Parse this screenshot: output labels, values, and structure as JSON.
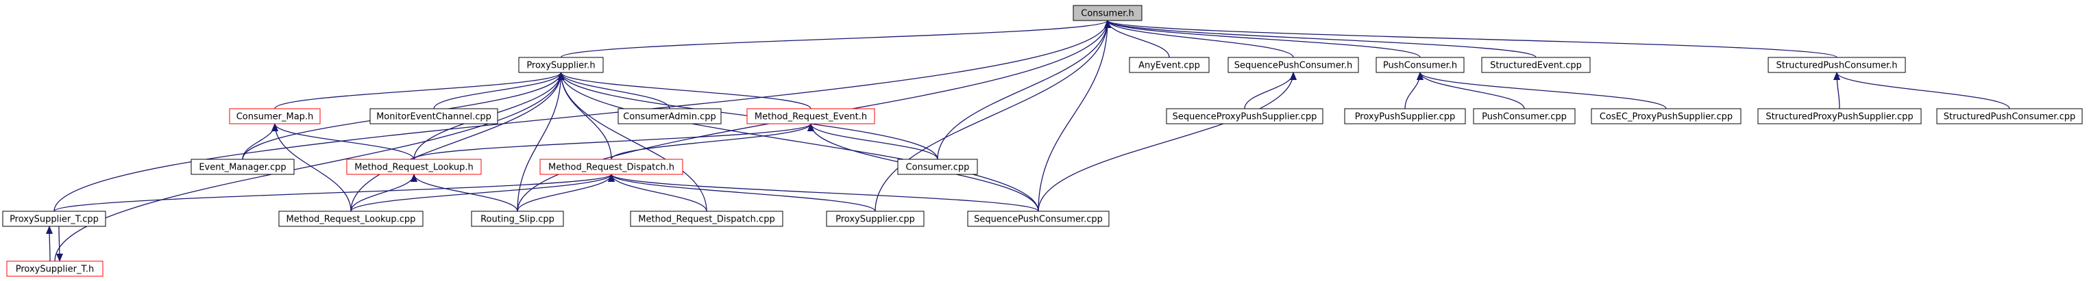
{
  "nodes": [
    {
      "id": "consumer_h",
      "label": "Consumer.h",
      "style": "root"
    },
    {
      "id": "proxysupplier_h",
      "label": "ProxySupplier.h",
      "style": "normal"
    },
    {
      "id": "anyevent_cpp",
      "label": "AnyEvent.cpp",
      "style": "normal"
    },
    {
      "id": "seqpushconsumer_h",
      "label": "SequencePushConsumer.h",
      "style": "normal"
    },
    {
      "id": "pushconsumer_h",
      "label": "PushConsumer.h",
      "style": "normal"
    },
    {
      "id": "structuredevent_cpp",
      "label": "StructuredEvent.cpp",
      "style": "normal"
    },
    {
      "id": "structpushconsumer_h",
      "label": "StructuredPushConsumer.h",
      "style": "normal"
    },
    {
      "id": "consumer_map_h",
      "label": "Consumer_Map.h",
      "style": "red"
    },
    {
      "id": "monitoreventchannel_cpp",
      "label": "MonitorEventChannel.cpp",
      "style": "normal"
    },
    {
      "id": "consumeradmin_cpp",
      "label": "ConsumerAdmin.cpp",
      "style": "normal"
    },
    {
      "id": "method_request_event_h",
      "label": "Method_Request_Event.h",
      "style": "red"
    },
    {
      "id": "seqproxypushsupplier_cpp",
      "label": "SequenceProxyPushSupplier.cpp",
      "style": "normal"
    },
    {
      "id": "proxypushsupplier_cpp",
      "label": "ProxyPushSupplier.cpp",
      "style": "normal"
    },
    {
      "id": "pushconsumer_cpp",
      "label": "PushConsumer.cpp",
      "style": "normal"
    },
    {
      "id": "cosec_proxypushsupplier_cpp",
      "label": "CosEC_ProxyPushSupplier.cpp",
      "style": "normal"
    },
    {
      "id": "structproxypushsupplier_cpp",
      "label": "StructuredProxyPushSupplier.cpp",
      "style": "normal"
    },
    {
      "id": "structpushconsumer_cpp",
      "label": "StructuredPushConsumer.cpp",
      "style": "normal"
    },
    {
      "id": "event_manager_cpp",
      "label": "Event_Manager.cpp",
      "style": "normal"
    },
    {
      "id": "method_request_lookup_h",
      "label": "Method_Request_Lookup.h",
      "style": "red"
    },
    {
      "id": "method_request_dispatch_h",
      "label": "Method_Request_Dispatch.h",
      "style": "red"
    },
    {
      "id": "consumer_cpp",
      "label": "Consumer.cpp",
      "style": "normal"
    },
    {
      "id": "proxysupplier_t_cpp",
      "label": "ProxySupplier_T.cpp",
      "style": "normal"
    },
    {
      "id": "method_request_lookup_cpp",
      "label": "Method_Request_Lookup.cpp",
      "style": "normal"
    },
    {
      "id": "routing_slip_cpp",
      "label": "Routing_Slip.cpp",
      "style": "normal"
    },
    {
      "id": "method_request_dispatch_cpp",
      "label": "Method_Request_Dispatch.cpp",
      "style": "normal"
    },
    {
      "id": "proxysupplier_cpp",
      "label": "ProxySupplier.cpp",
      "style": "normal"
    },
    {
      "id": "seqpushconsumer_cpp",
      "label": "SequencePushConsumer.cpp",
      "style": "normal"
    },
    {
      "id": "proxysupplier_t_h",
      "label": "ProxySupplier_T.h",
      "style": "red"
    }
  ],
  "edges": [
    [
      "consumer_h",
      "proxysupplier_h"
    ],
    [
      "consumer_h",
      "anyevent_cpp"
    ],
    [
      "consumer_h",
      "seqpushconsumer_h"
    ],
    [
      "consumer_h",
      "pushconsumer_h"
    ],
    [
      "consumer_h",
      "structuredevent_cpp"
    ],
    [
      "consumer_h",
      "structpushconsumer_h"
    ],
    [
      "consumer_h",
      "consumer_cpp"
    ],
    [
      "consumer_h",
      "proxysupplier_cpp"
    ],
    [
      "consumer_h",
      "seqpushconsumer_cpp"
    ],
    [
      "consumer_h",
      "routing_slip_cpp"
    ],
    [
      "consumer_h",
      "proxysupplier_t_cpp"
    ],
    [
      "proxysupplier_h",
      "consumer_map_h"
    ],
    [
      "proxysupplier_h",
      "monitoreventchannel_cpp"
    ],
    [
      "proxysupplier_h",
      "consumeradmin_cpp"
    ],
    [
      "proxysupplier_h",
      "method_request_event_h"
    ],
    [
      "proxysupplier_h",
      "event_manager_cpp"
    ],
    [
      "proxysupplier_h",
      "method_request_lookup_h"
    ],
    [
      "proxysupplier_h",
      "method_request_dispatch_h"
    ],
    [
      "proxysupplier_h",
      "consumer_cpp"
    ],
    [
      "proxysupplier_h",
      "routing_slip_cpp"
    ],
    [
      "proxysupplier_h",
      "method_request_dispatch_cpp"
    ],
    [
      "proxysupplier_h",
      "seqpushconsumer_cpp"
    ],
    [
      "proxysupplier_h",
      "method_request_lookup_cpp"
    ],
    [
      "proxysupplier_h",
      "proxysupplier_t_h"
    ],
    [
      "seqpushconsumer_h",
      "seqproxypushsupplier_cpp"
    ],
    [
      "seqpushconsumer_h",
      "seqpushconsumer_cpp"
    ],
    [
      "pushconsumer_h",
      "proxypushsupplier_cpp"
    ],
    [
      "pushconsumer_h",
      "pushconsumer_cpp"
    ],
    [
      "pushconsumer_h",
      "cosec_proxypushsupplier_cpp"
    ],
    [
      "structpushconsumer_h",
      "structproxypushsupplier_cpp"
    ],
    [
      "structpushconsumer_h",
      "structpushconsumer_cpp"
    ],
    [
      "consumer_map_h",
      "event_manager_cpp"
    ],
    [
      "consumer_map_h",
      "method_request_lookup_h"
    ],
    [
      "consumer_map_h",
      "method_request_lookup_cpp"
    ],
    [
      "method_request_event_h",
      "method_request_lookup_h"
    ],
    [
      "method_request_event_h",
      "method_request_dispatch_h"
    ],
    [
      "method_request_event_h",
      "consumer_cpp"
    ],
    [
      "method_request_event_h",
      "seqpushconsumer_cpp"
    ],
    [
      "method_request_lookup_h",
      "method_request_lookup_cpp"
    ],
    [
      "method_request_lookup_h",
      "routing_slip_cpp"
    ],
    [
      "method_request_dispatch_h",
      "proxysupplier_t_cpp"
    ],
    [
      "method_request_dispatch_h",
      "method_request_lookup_cpp"
    ],
    [
      "method_request_dispatch_h",
      "routing_slip_cpp"
    ],
    [
      "method_request_dispatch_h",
      "method_request_dispatch_cpp"
    ],
    [
      "method_request_dispatch_h",
      "proxysupplier_cpp"
    ],
    [
      "method_request_dispatch_h",
      "seqpushconsumer_cpp"
    ],
    [
      "proxysupplier_t_cpp",
      "proxysupplier_t_h"
    ],
    [
      "proxysupplier_t_h",
      "proxysupplier_t_cpp"
    ]
  ],
  "colors": {
    "edge": "#191970",
    "root_fill": "#bfbfbf",
    "red_border": "#ff0000",
    "normal_border": "#000000"
  }
}
